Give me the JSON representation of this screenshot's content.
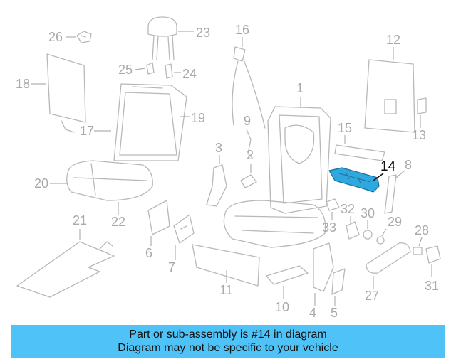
{
  "diagram": {
    "highlighted_part": "14",
    "callouts": [
      "1",
      "2",
      "3",
      "4",
      "5",
      "6",
      "7",
      "8",
      "9",
      "10",
      "11",
      "12",
      "13",
      "14",
      "15",
      "16",
      "17",
      "18",
      "19",
      "20",
      "21",
      "22",
      "23",
      "24",
      "25",
      "26",
      "27",
      "28",
      "29",
      "30",
      "31",
      "32",
      "33"
    ],
    "colors": {
      "highlight": "#2fa8e0",
      "line": "#b8b8b8",
      "banner": "#4fc3f7"
    }
  },
  "banner": {
    "line1": "Part or sub-assembly is #14 in diagram",
    "line2": "Diagram may not be specific to your vehicle"
  }
}
